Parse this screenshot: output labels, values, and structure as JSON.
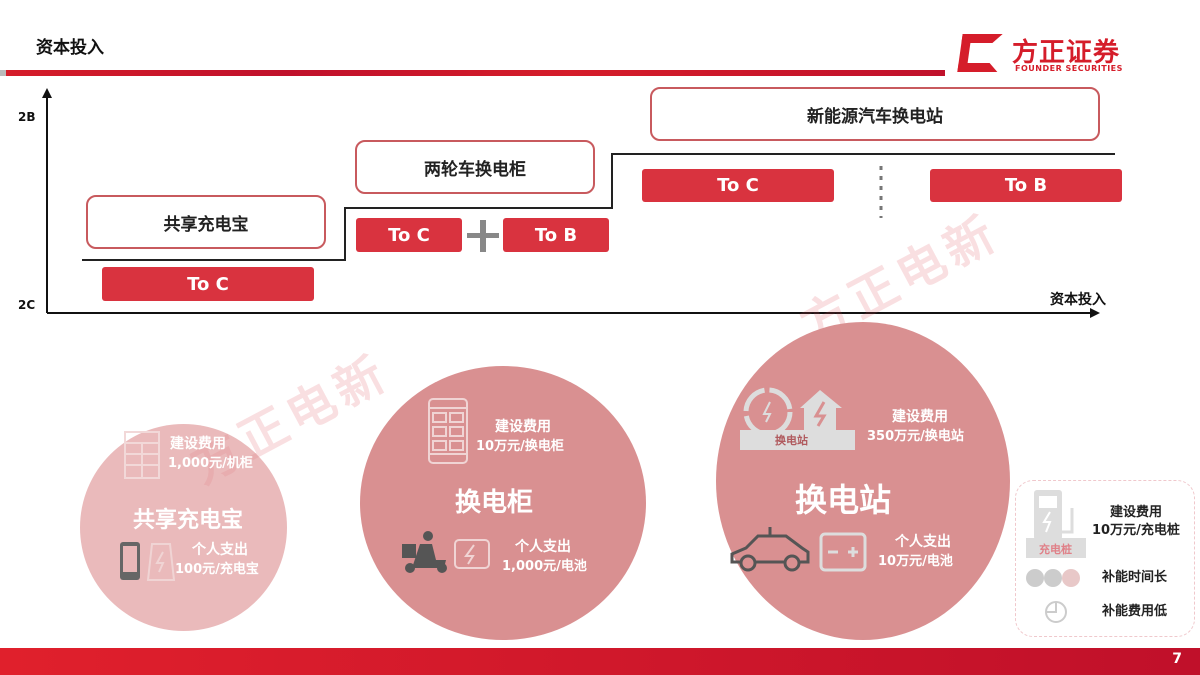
{
  "header": {
    "title": "资本投入",
    "logo_cn": "方正证券",
    "logo_en": "FOUNDER SECURITIES"
  },
  "colors": {
    "brand_red": "#d51d2a",
    "tag_red": "#d9333f",
    "circle_light": "#e9b7b8",
    "circle_dark": "#d99091"
  },
  "chart": {
    "y_top": "2B",
    "y_bottom": "2C",
    "x_label": "资本投入",
    "stages": [
      {
        "name": "共享充电宝",
        "tags": [
          "To C"
        ]
      },
      {
        "name": "两轮车换电柜",
        "tags": [
          "To C",
          "To B"
        ],
        "joiner": "+"
      },
      {
        "name": "新能源汽车换电站",
        "tags": [
          "To C",
          "To B"
        ]
      }
    ]
  },
  "watermark": "方正电新",
  "circles": [
    {
      "title": "共享充电宝",
      "cost_label": "建设费用",
      "cost": "1,000元/机柜",
      "spend_label": "个人支出",
      "spend": "100元/充电宝"
    },
    {
      "title": "换电柜",
      "cost_label": "建设费用",
      "cost": "10万元/换电柜",
      "spend_label": "个人支出",
      "spend": "1,000元/电池"
    },
    {
      "title": "换电站",
      "icon_label": "换电站",
      "cost_label": "建设费用",
      "cost": "350万元/换电站",
      "spend_label": "个人支出",
      "spend": "10万元/电池"
    }
  ],
  "charger_card": {
    "icon_label": "充电桩",
    "cost_label": "建设费用",
    "cost": "10万元/充电桩",
    "item1": "补能时间长",
    "item2": "补能费用低"
  },
  "page_number": "7"
}
